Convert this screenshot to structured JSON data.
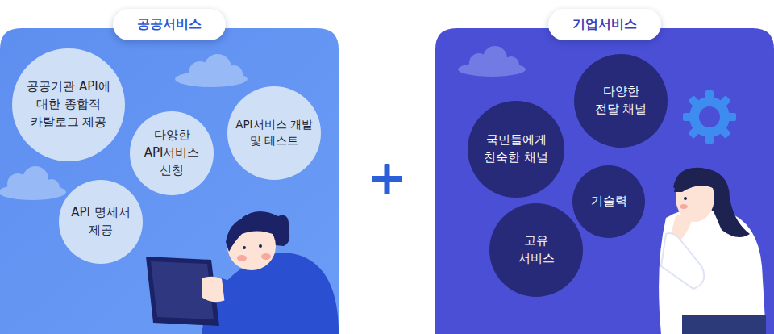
{
  "diagram": {
    "nodes": [
      {
        "text": [
          "공공서비스"
        ]
      },
      {
        "text": [
          "공공기관 API에 대한 종합적 카탈로그 제공"
        ],
        "in": 0
      },
      {
        "text": [
          "다양한 API서비스 신청"
        ],
        "in": 0
      },
      {
        "text": [
          "API서비스 개발 및 테스트"
        ],
        "in": 0
      },
      {
        "text": [
          "API 명세서 제공"
        ],
        "in": 0
      },
      {
        "text": [
          "기업서비스"
        ]
      },
      {
        "text": [
          "국민들에게 친숙한 채널"
        ],
        "in": 5
      },
      {
        "text": [
          "다양한 전달 채널"
        ],
        "in": 5
      },
      {
        "text": [
          "기술력"
        ],
        "in": 5
      },
      {
        "text": [
          "고유 서비스"
        ],
        "in": 5
      }
    ]
  }
}
